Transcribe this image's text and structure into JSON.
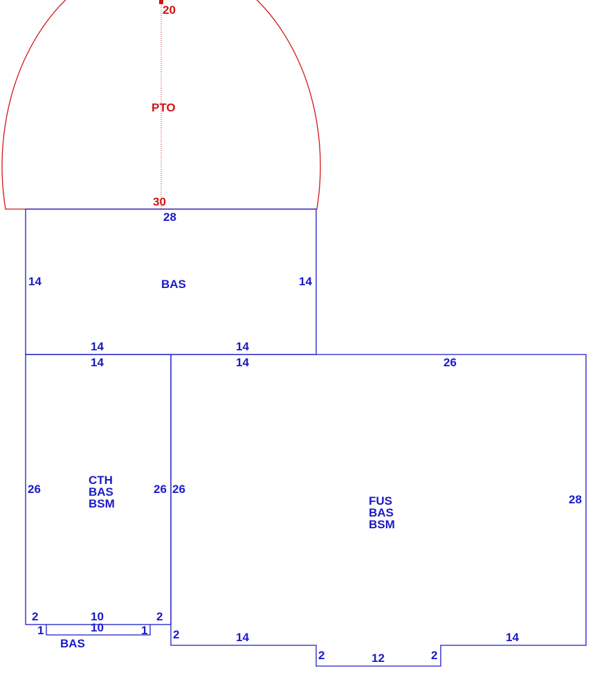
{
  "colors": {
    "main_lines": "#1a1ac8",
    "patio_lines": "#d01515"
  },
  "patio": {
    "label": "PTO",
    "radius_dim": "20",
    "chord_dim": "30"
  },
  "bas_top": {
    "label": "BAS",
    "top_dim": "28",
    "left_dim": "14",
    "right_dim": "14",
    "bottom_left_dim": "14",
    "bottom_right_dim": "14"
  },
  "cth": {
    "labels": [
      "CTH",
      "BAS",
      "BSM"
    ],
    "top_dim": "14",
    "left_dim": "26",
    "right_dim": "26",
    "bottom_left_dim": "2",
    "bottom_mid_dim": "10",
    "bottom_right_dim": "2"
  },
  "bay": {
    "label": "BAS",
    "top_dim": "10",
    "left_dim": "1",
    "right_dim": "1"
  },
  "fus": {
    "labels": [
      "FUS",
      "BAS",
      "BSM"
    ],
    "top_left_dim": "14",
    "top_right_dim": "26",
    "left_dim": "26",
    "right_dim": "28",
    "left_step_dim": "2",
    "bottom_left_dim": "14",
    "notch_left_dim": "2",
    "notch_bottom_dim": "12",
    "notch_right_dim": "2",
    "bottom_right_dim": "14"
  }
}
